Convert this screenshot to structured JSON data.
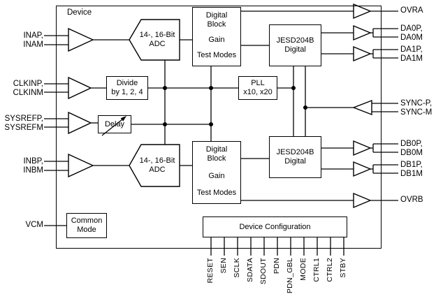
{
  "device": {
    "label": "Device"
  },
  "left_pins": {
    "ina": {
      "line1": "INAP,",
      "line2": "INAM"
    },
    "clkin": {
      "line1": "CLKINP,",
      "line2": "CLKINM"
    },
    "sysref": {
      "line1": "SYSREFP,",
      "line2": "SYSREFM"
    },
    "inb": {
      "line1": "INBP,",
      "line2": "INBM"
    },
    "vcm": {
      "label": "VCM"
    }
  },
  "right_pins": {
    "ovra": {
      "label": "OVRA"
    },
    "da0": {
      "line1": "DA0P,",
      "line2": "DA0M"
    },
    "da1": {
      "line1": "DA1P,",
      "line2": "DA1M"
    },
    "sync": {
      "line1": "SYNC-P,",
      "line2": "SYNC-M"
    },
    "db0": {
      "line1": "DB0P,",
      "line2": "DB0M"
    },
    "db1": {
      "line1": "DB1P,",
      "line2": "DB1M"
    },
    "ovrb": {
      "label": "OVRB"
    }
  },
  "bottom_pins": [
    "RESET",
    "SEN",
    "SCLK",
    "SDATA",
    "SDOUT",
    "PDN",
    "PDN_GBL",
    "MODE",
    "CTRL1",
    "CTRL2",
    "STBY"
  ],
  "blocks": {
    "adc_a": {
      "line1": "14-, 16-Bit",
      "line2": "ADC"
    },
    "adc_b": {
      "line1": "14-, 16-Bit",
      "line2": "ADC"
    },
    "digital_a": {
      "line1": "Digital",
      "line2": "Block",
      "line3": "Gain",
      "line4": "Test Modes"
    },
    "digital_b": {
      "line1": "Digital",
      "line2": "Block",
      "line3": "Gain",
      "line4": "Test Modes"
    },
    "divide": {
      "line1": "Divide",
      "line2": "by 1, 2, 4"
    },
    "delay": {
      "label": "Delay"
    },
    "pll": {
      "line1": "PLL",
      "line2": "x10, x20"
    },
    "jesd_a": {
      "line1": "JESD204B",
      "line2": "Digital"
    },
    "jesd_b": {
      "line1": "JESD204B",
      "line2": "Digital"
    },
    "common_mode": {
      "line1": "Common",
      "line2": "Mode"
    },
    "device_config": {
      "label": "Device Configuration"
    }
  },
  "colors": {
    "line": "#000000",
    "background": "#ffffff"
  }
}
